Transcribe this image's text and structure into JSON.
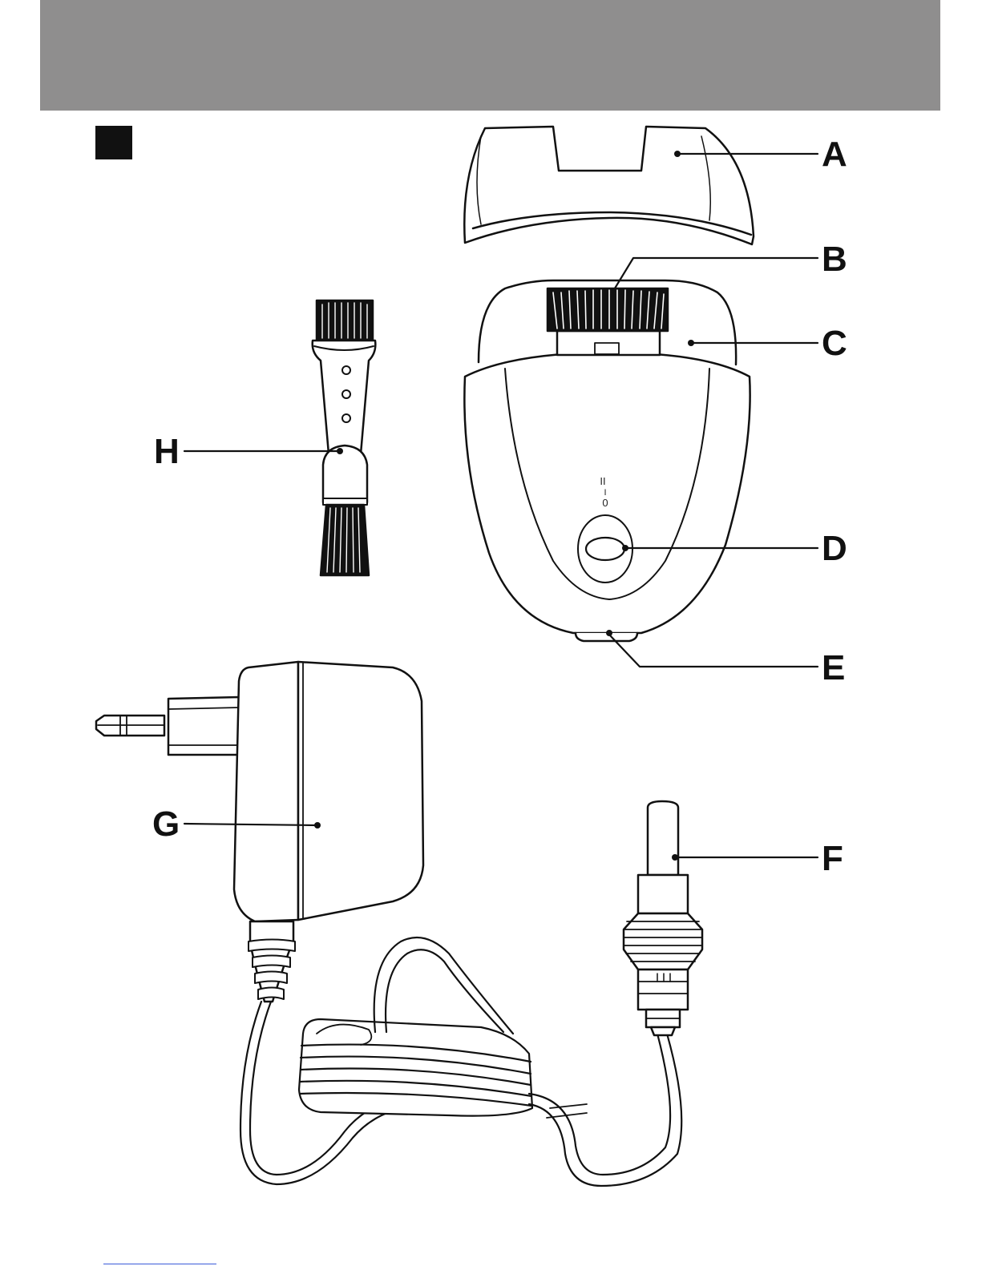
{
  "header": {
    "bar_color": "#8f8e8e"
  },
  "figure": {
    "marker_color": "#111111"
  },
  "switch_marks": {
    "on": "II",
    "dash": "I",
    "off": "0"
  },
  "labels": {
    "A": "A",
    "B": "B",
    "C": "C",
    "D": "D",
    "E": "E",
    "F": "F",
    "G": "G",
    "H": "H"
  },
  "icons": [
    "cap-icon",
    "epilator-head-icon",
    "epilator-body-icon",
    "power-switch-icon",
    "charge-light-icon",
    "plug-connector-icon",
    "adapter-icon",
    "cleaning-brush-icon"
  ]
}
